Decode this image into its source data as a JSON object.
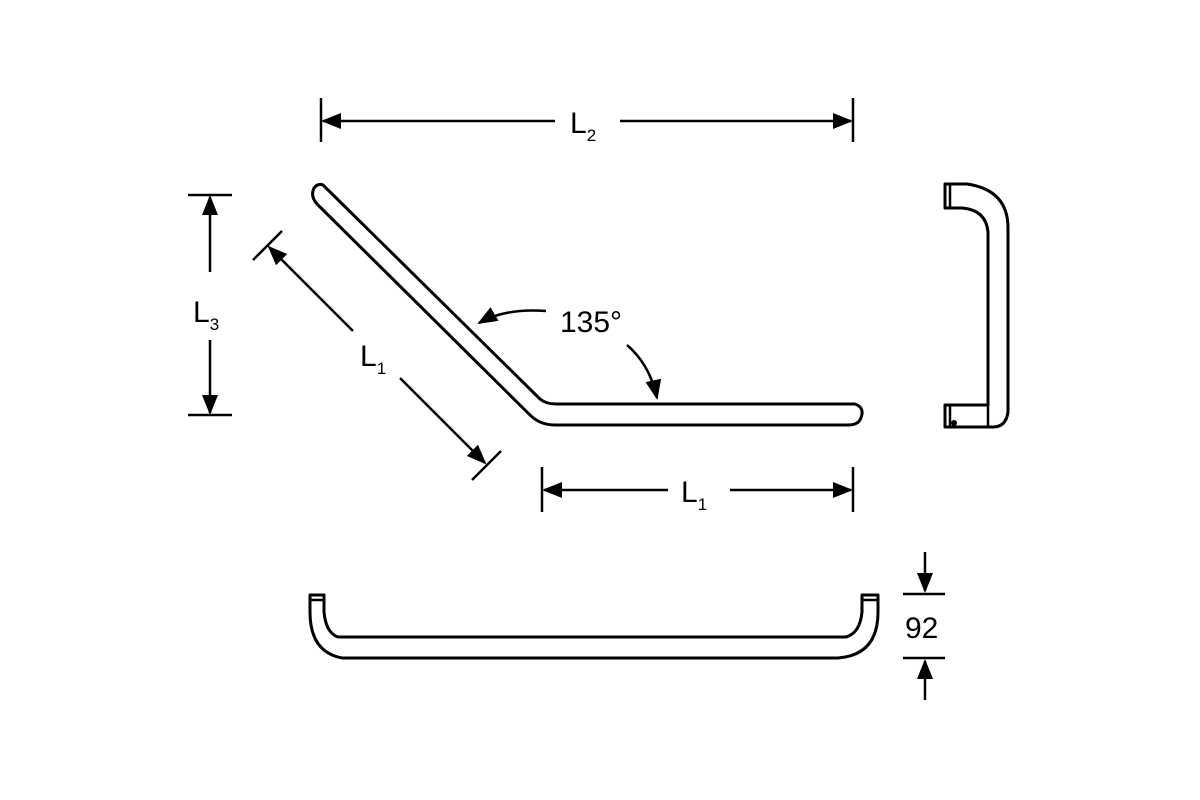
{
  "labels": {
    "l2": {
      "main": "L",
      "sub": "2"
    },
    "l3": {
      "main": "L",
      "sub": "3"
    },
    "l1_diag": {
      "main": "L",
      "sub": "1"
    },
    "l1_horiz": {
      "main": "L",
      "sub": "1"
    },
    "angle": "135°",
    "depth": "92"
  },
  "colors": {
    "stroke": "#000000",
    "background": "#ffffff"
  }
}
